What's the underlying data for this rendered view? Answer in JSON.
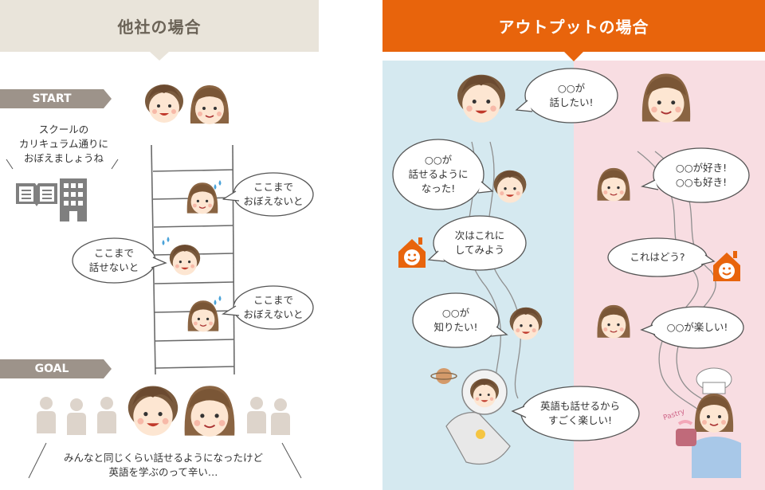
{
  "left": {
    "header": "他社の場合",
    "start_label": "START",
    "goal_label": "GOAL",
    "teacher_speech": [
      "スクールの",
      "カリキュラム通りに",
      "おぼえましょうね"
    ],
    "bubble_top": [
      "ここまで",
      "おぼえないと"
    ],
    "bubble_mid": [
      "ここまで",
      "話せないと"
    ],
    "bubble_bottom": [
      "ここまで",
      "おぼえないと"
    ],
    "goal_caption": [
      "みんなと同じくらい話せるようになったけど",
      "英語を学ぶのって辛い…"
    ]
  },
  "right": {
    "header": "アウトプットの場合",
    "bubble_want_talk": [
      "○○が",
      "話したい!"
    ],
    "bubble_can_talk": [
      "○○が",
      "話せるように",
      "なった!"
    ],
    "bubble_next": [
      "次はこれに",
      "してみよう"
    ],
    "bubble_want_know": [
      "○○が",
      "知りたい!"
    ],
    "bubble_like": [
      "○○が好き!",
      "○○も好き!"
    ],
    "bubble_how": [
      "これはどう?"
    ],
    "bubble_fun": [
      "○○が楽しい!"
    ],
    "bubble_final": [
      "英語も話せるから",
      "すごく楽しい!"
    ],
    "pastry_text": "Pastry"
  },
  "colors": {
    "left_header_bg": "#e9e4da",
    "right_header_bg": "#e8640c",
    "right_panel_blue": "#d5e9f0",
    "right_panel_pink": "#f8dde2",
    "tag_bg": "#9d938a",
    "accent_orange": "#e8640c"
  },
  "icons": [
    "book-icon",
    "building-icon",
    "house-smile-icon",
    "planet-icon",
    "chef-hat-icon"
  ]
}
